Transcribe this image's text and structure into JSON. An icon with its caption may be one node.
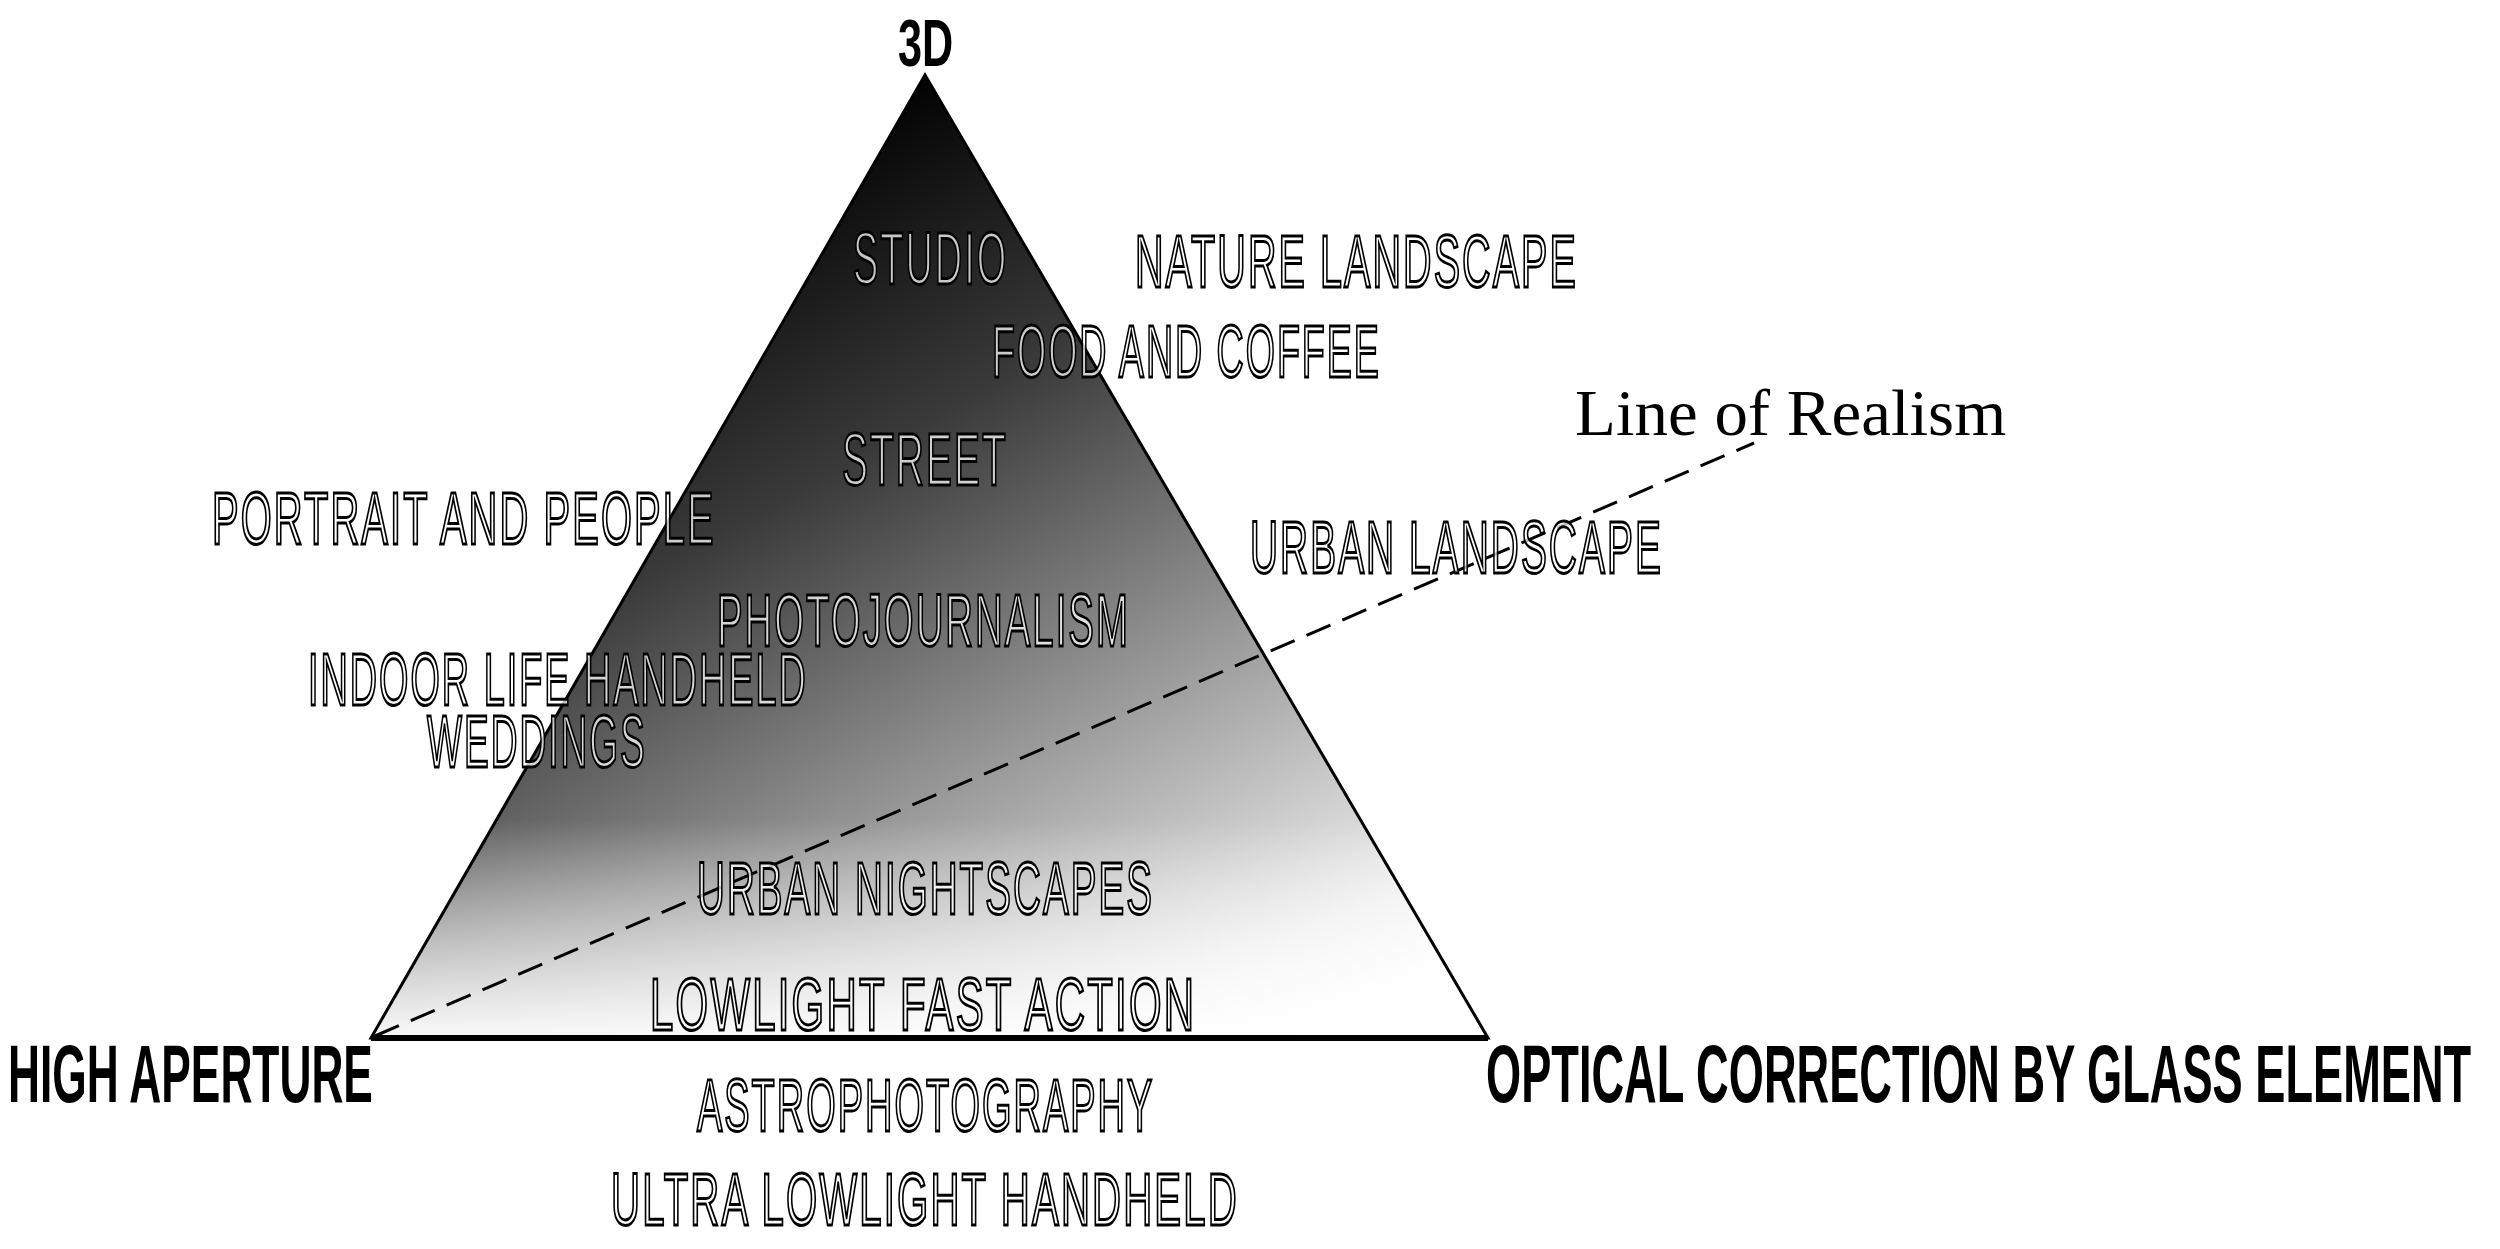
{
  "diagram": {
    "labels": [
      "3D",
      "STUDIO",
      "NATURE LANDSCAPE",
      "FOOD AND COFFEE",
      "Line of Realism",
      "STREET",
      "PORTRAIT AND PEOPLE",
      "URBAN LANDSCAPE",
      "PHOTOJOURNALISM",
      "INDOOR LIFE HANDHELD",
      "WEDDINGS",
      "URBAN NIGHTSCAPES",
      "LOWLIGHT FAST ACTION",
      "HIGH APERTURE",
      "ASTROPHOTOGRAPHY",
      "OPTICAL CORRECTION BY GLASS ELEMENT",
      "ULTRA LOWLIGHT HANDHELD"
    ]
  }
}
